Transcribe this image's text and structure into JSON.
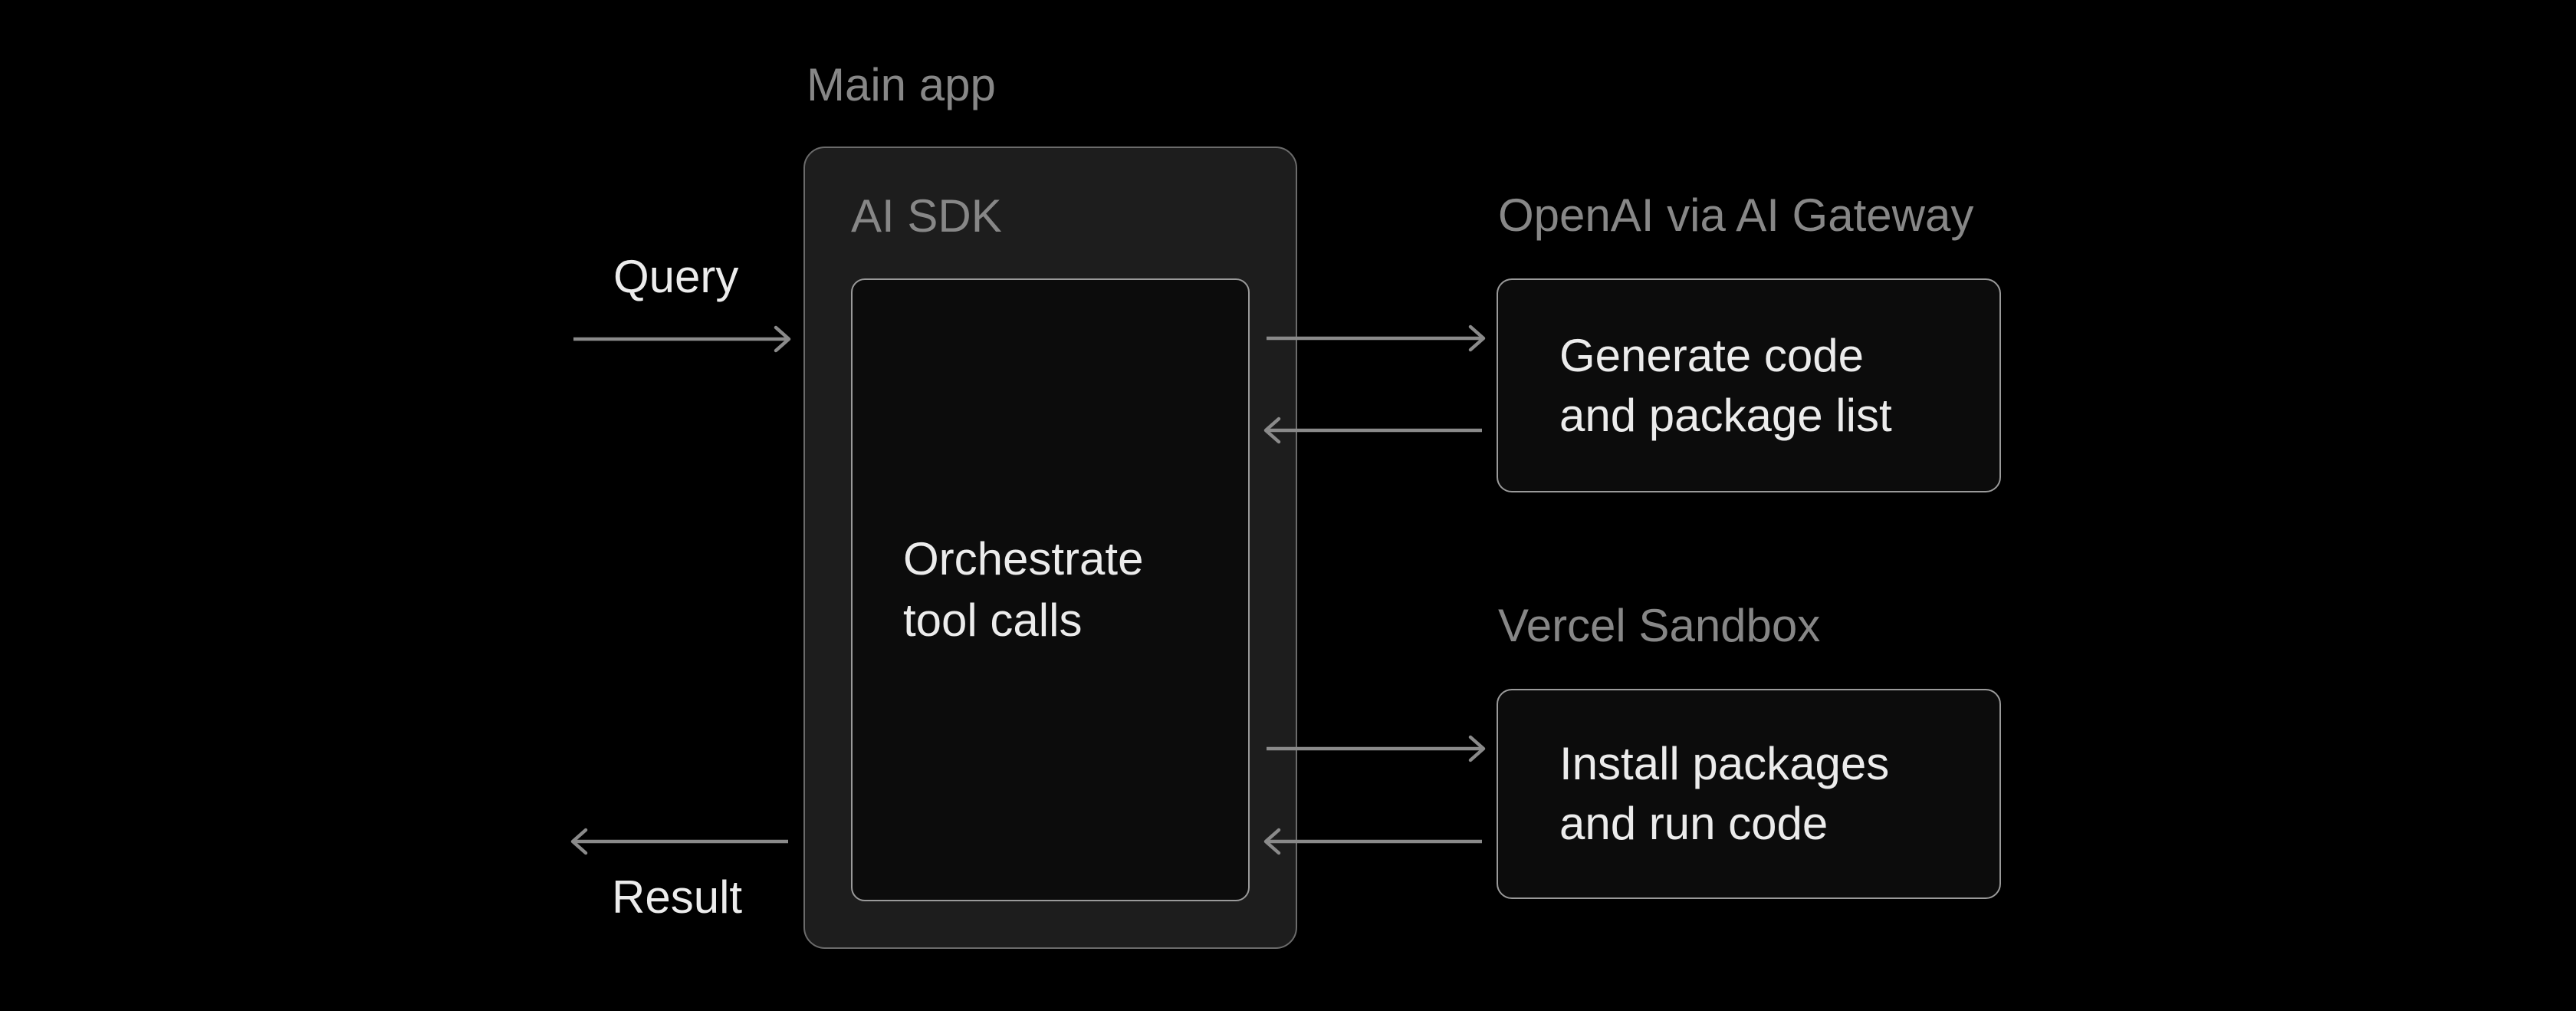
{
  "colors": {
    "bg": "#000000",
    "main-box-fill": "#1d1d1d",
    "main-box-border": "#6b6b6b",
    "node-fill": "#0c0c0c",
    "node-border": "#9a9a9a",
    "arrow": "#8a8a8a",
    "label": "#878787",
    "text": "#ececec"
  },
  "labels": {
    "main_app": "Main app",
    "ai_sdk": "AI SDK",
    "openai_gateway": "OpenAI via AI Gateway",
    "vercel_sandbox": "Vercel Sandbox",
    "query": "Query",
    "result": "Result"
  },
  "nodes": {
    "orchestrate": "Orchestrate\ntool calls",
    "generate": "Generate code\nand package list",
    "install": "Install packages\nand run code"
  },
  "arrows": [
    {
      "name": "query-arrow",
      "direction": "right"
    },
    {
      "name": "gateway-request-arrow",
      "direction": "right"
    },
    {
      "name": "gateway-response-arrow",
      "direction": "left"
    },
    {
      "name": "sandbox-request-arrow",
      "direction": "right"
    },
    {
      "name": "sandbox-response-arrow",
      "direction": "left"
    },
    {
      "name": "result-arrow",
      "direction": "left"
    }
  ]
}
